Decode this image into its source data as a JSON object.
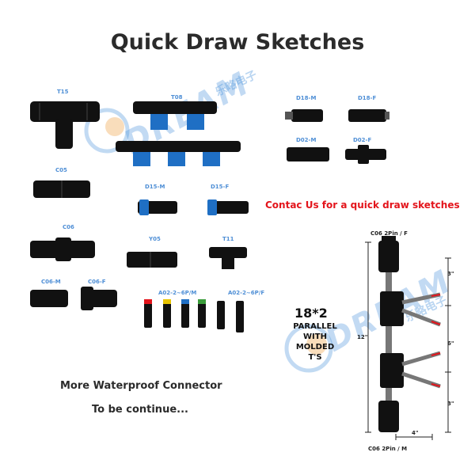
{
  "title": "Quick Draw Sketches",
  "watermark": {
    "brand": "DREAM",
    "cn": "乐略电子",
    "color": "#5096dc"
  },
  "labels": {
    "t15": "T15",
    "t08": "T08",
    "d18m": "D18-M",
    "d18f": "D18-F",
    "d02m": "D02-M",
    "d02f": "D02-F",
    "c05": "C05",
    "d15m": "D15-M",
    "d15f": "D15-F",
    "c06": "C06",
    "y05": "Y05",
    "t11": "T11",
    "c06m": "C06-M",
    "c06f": "C06-F",
    "a02m": "A02-2~6P/M",
    "a02f": "A02-2~6P/F"
  },
  "contact": "Contac Us for a quick draw sketches",
  "footer": {
    "more": "More Waterproof Connector",
    "continue": "To be continue..."
  },
  "diagram": {
    "top_label": "C06 2Pin / F",
    "bottom_label": "C06 2Pin / M",
    "count": "18*2",
    "desc_line1": "PARALLEL",
    "desc_line2": "WITH",
    "desc_line3": "MOLDED T'S",
    "dim_total": "12\"",
    "dim_a": "3\"",
    "dim_b": "6\"",
    "dim_c": "3\"",
    "dim_w": "4\""
  },
  "colors": {
    "accent_blue": "#4f8fd6",
    "contact_red": "#e3141b",
    "connector_black": "#111111",
    "connector_blue": "#1f6fc4"
  }
}
